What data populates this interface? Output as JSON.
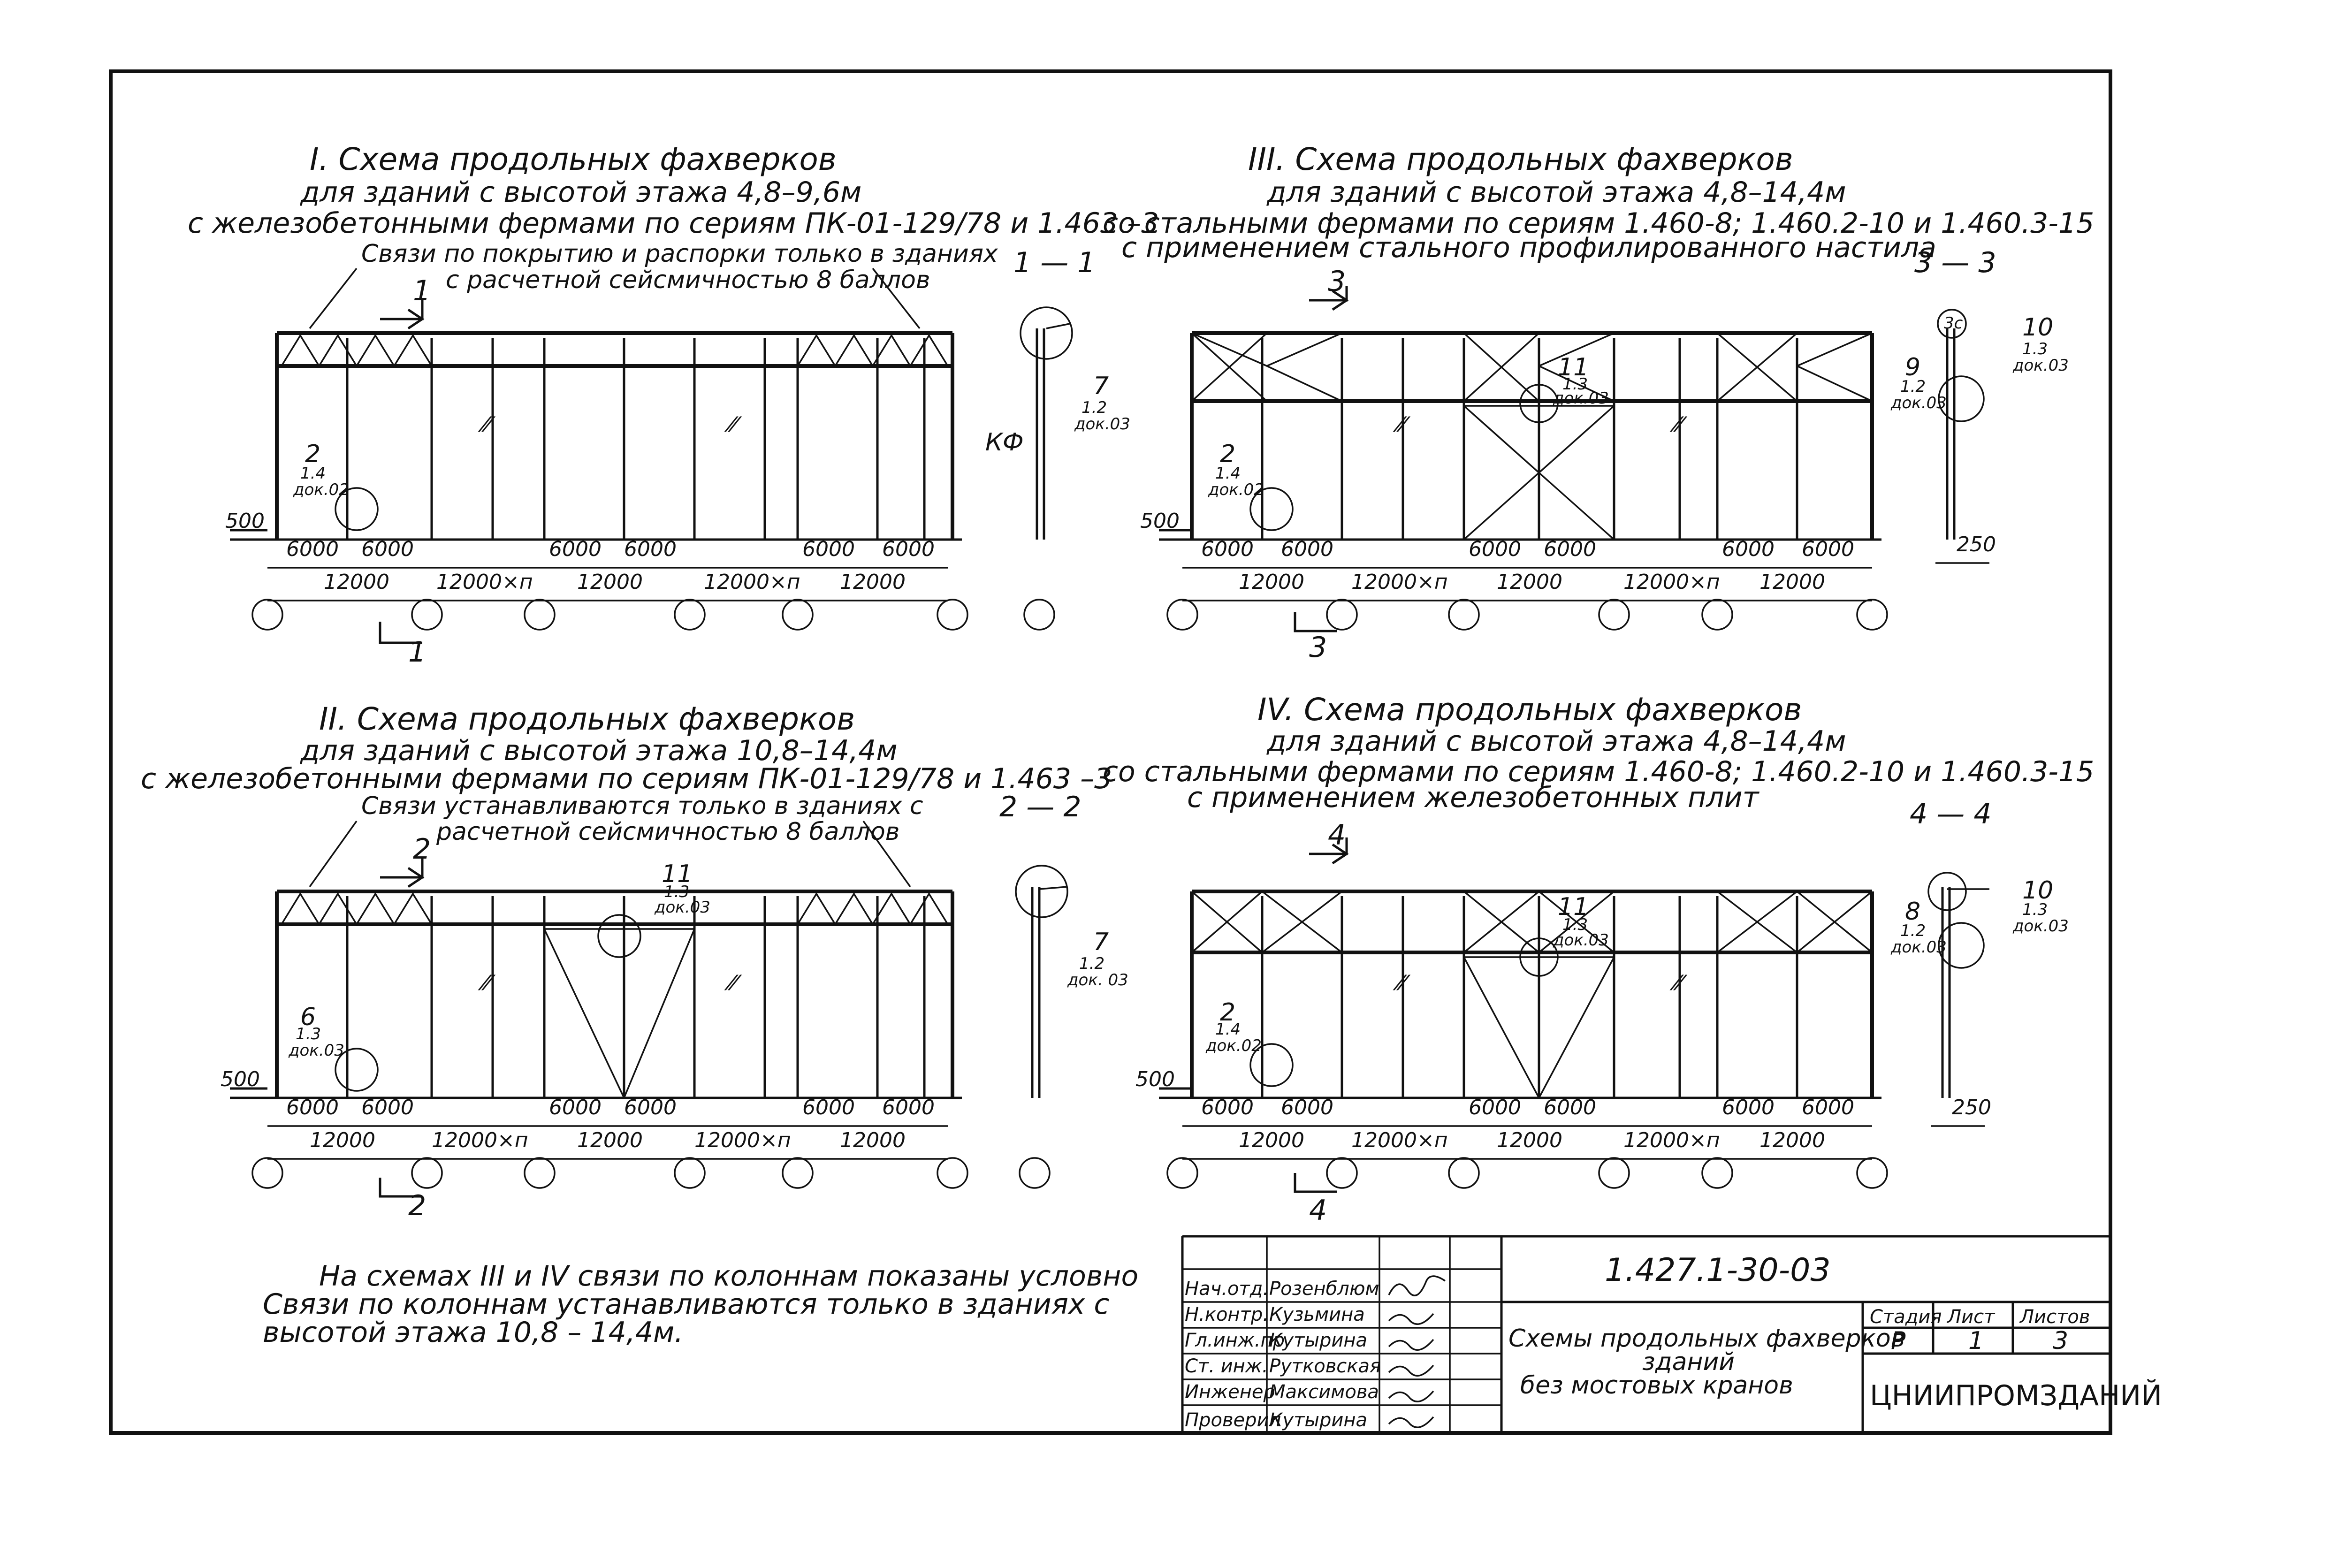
{
  "schemes": [
    {
      "roman": "I",
      "title": "Схема продольных фахверков",
      "line2": "для зданий с высотой этажа 4,8–9,6м",
      "line3": "с железобетонными фермами по сериям ПК-01-129/78 и 1.463 –3",
      "bracing_note_1": "Связи по покрытию и распорки только в зданиях",
      "bracing_note_2": "с расчетной сейсмичностью 8 баллов",
      "section_mark": "1",
      "section_label": "1 — 1",
      "detail_a_num": "2",
      "detail_a_sheet": "1.4",
      "detail_a_doc": "док.02",
      "detail_b_num": "7",
      "detail_b_sheet": "1.2",
      "detail_b_doc": "док.03",
      "kf_label": "КФ",
      "offset": "500"
    },
    {
      "roman": "II",
      "title": "Схема продольных фахверков",
      "line2": "для зданий с высотой этажа 10,8–14,4м",
      "line3": "с железобетонными фермами по сериям ПК-01-129/78 и 1.463 –3",
      "bracing_note_1": "Связи устанавливаются только в зданиях с",
      "bracing_note_2": "расчетной сейсмичностью 8 баллов",
      "section_mark": "2",
      "section_label": "2 — 2",
      "detail_a_num": "6",
      "detail_a_sheet": "1.3",
      "detail_a_doc": "док.03",
      "detail_c_num": "11",
      "detail_c_sheet": "1.3",
      "detail_c_doc": "док.03",
      "detail_b_num": "7",
      "detail_b_sheet": "1.2",
      "detail_b_doc": "док. 03",
      "offset": "500"
    },
    {
      "roman": "III",
      "title": "Схема продольных фахверков",
      "line2": "для зданий с высотой этажа 4,8–14,4м",
      "line3": "со стальными фермами по сериям 1.460-8; 1.460.2-10 и 1.460.3-15",
      "line4": "с применением стального профилированного настила",
      "section_mark": "3",
      "section_label": "3 — 3",
      "detail_a_num": "2",
      "detail_a_sheet": "1.4",
      "detail_a_doc": "док.02",
      "detail_c_num": "11",
      "detail_c_sheet": "1.3",
      "detail_c_doc": "док.03",
      "detail_d_num": "9",
      "detail_d_sheet": "1.2",
      "detail_d_doc": "док.03",
      "detail_e_num": "10",
      "detail_e_sheet": "1.3",
      "detail_e_doc": "док.03",
      "circle_label": "3с",
      "offset": "500",
      "right_dim": "250"
    },
    {
      "roman": "IV",
      "title": "Схема продольных фахверков",
      "line2": "для зданий с высотой этажа 4,8–14,4м",
      "line3": "со стальными фермами по сериям 1.460-8; 1.460.2-10 и 1.460.3-15",
      "line4": "с применением железобетонных плит",
      "section_mark": "4",
      "section_label": "4 — 4",
      "detail_a_num": "2",
      "detail_a_sheet": "1.4",
      "detail_a_doc": "док.02",
      "detail_c_num": "11",
      "detail_c_sheet": "1.3",
      "detail_c_doc": "док.03",
      "detail_d_num": "8",
      "detail_d_sheet": "1.2",
      "detail_d_doc": "док.03",
      "detail_e_num": "10",
      "detail_e_sheet": "1.3",
      "detail_e_doc": "док.03",
      "offset": "500",
      "right_dim": "250"
    }
  ],
  "dims": {
    "d6000": "6000",
    "d12000": "12000",
    "d12000n": "12000×п"
  },
  "footnote": {
    "line1": "На схемах III и IV связи по колоннам показаны условно",
    "line2": "Связи по колоннам устанавливаются только в зданиях с",
    "line3": "высотой этажа 10,8 – 14,4м."
  },
  "title_block": {
    "doc_code": "1.427.1-30-03",
    "title_1": "Схемы продольных фахверков",
    "title_2": "зданий",
    "title_3": "без мостовых кранов",
    "stage_h": "Стадия",
    "sheet_h": "Лист",
    "sheets_h": "Листов",
    "stage": "Р",
    "sheet": "1",
    "sheets": "3",
    "org": "ЦНИИПРОМЗДАНИЙ",
    "roles": [
      "Нач.отд.",
      "Н.контр.",
      "Гл.инж.пр.",
      "Ст. инж.",
      "Инженер",
      "Проверил"
    ],
    "names": [
      "Розенблюм",
      "Кузьмина",
      "Кутырина",
      "Рутковская",
      "Максимова",
      "Кутырина"
    ]
  }
}
